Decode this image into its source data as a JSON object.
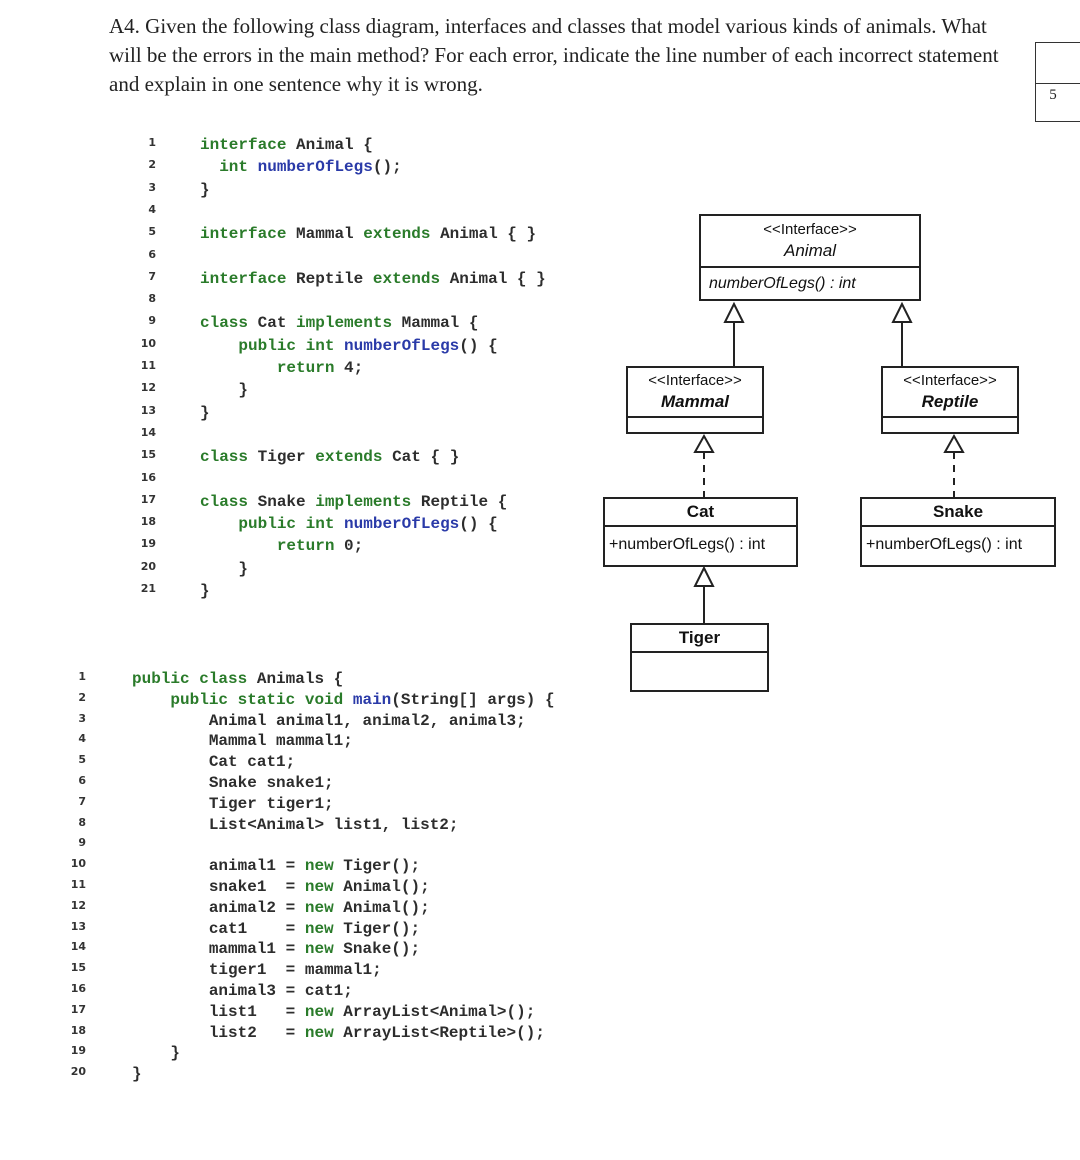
{
  "question": {
    "text": "A4. Given the following class diagram, interfaces and classes that model various kinds of animals. What will be the errors in the main method? For each error, indicate the line number of each incorrect statement and explain in one sentence why it is wrong.",
    "marks": "5"
  },
  "code_top": [
    {
      "n": "1",
      "t": "interface Animal {"
    },
    {
      "n": "2",
      "t": "  int numberOfLegs();"
    },
    {
      "n": "3",
      "t": "}"
    },
    {
      "n": "4",
      "t": ""
    },
    {
      "n": "5",
      "t": "interface Mammal extends Animal { }"
    },
    {
      "n": "6",
      "t": ""
    },
    {
      "n": "7",
      "t": "interface Reptile extends Animal { }"
    },
    {
      "n": "8",
      "t": ""
    },
    {
      "n": "9",
      "t": "class Cat implements Mammal {"
    },
    {
      "n": "10",
      "t": "    public int numberOfLegs() {"
    },
    {
      "n": "11",
      "t": "        return 4;"
    },
    {
      "n": "12",
      "t": "    }"
    },
    {
      "n": "13",
      "t": "}"
    },
    {
      "n": "14",
      "t": ""
    },
    {
      "n": "15",
      "t": "class Tiger extends Cat { }"
    },
    {
      "n": "16",
      "t": ""
    },
    {
      "n": "17",
      "t": "class Snake implements Reptile {"
    },
    {
      "n": "18",
      "t": "    public int numberOfLegs() {"
    },
    {
      "n": "19",
      "t": "        return 0;"
    },
    {
      "n": "20",
      "t": "    }"
    },
    {
      "n": "21",
      "t": "}"
    }
  ],
  "code_main": [
    {
      "n": "1",
      "t": "public class Animals {"
    },
    {
      "n": "2",
      "t": "    public static void main(String[] args) {"
    },
    {
      "n": "3",
      "t": "        Animal animal1, animal2, animal3;"
    },
    {
      "n": "4",
      "t": "        Mammal mammal1;"
    },
    {
      "n": "5",
      "t": "        Cat cat1;"
    },
    {
      "n": "6",
      "t": "        Snake snake1;"
    },
    {
      "n": "7",
      "t": "        Tiger tiger1;"
    },
    {
      "n": "8",
      "t": "        List<Animal> list1, list2;"
    },
    {
      "n": "9",
      "t": ""
    },
    {
      "n": "10",
      "t": "        animal1 = new Tiger();"
    },
    {
      "n": "11",
      "t": "        snake1  = new Animal();"
    },
    {
      "n": "12",
      "t": "        animal2 = new Animal();"
    },
    {
      "n": "13",
      "t": "        cat1    = new Tiger();"
    },
    {
      "n": "14",
      "t": "        mammal1 = new Snake();"
    },
    {
      "n": "15",
      "t": "        tiger1  = mammal1;"
    },
    {
      "n": "16",
      "t": "        animal3 = cat1;"
    },
    {
      "n": "17",
      "t": "        list1   = new ArrayList<Animal>();"
    },
    {
      "n": "18",
      "t": "        list2   = new ArrayList<Reptile>();"
    },
    {
      "n": "19",
      "t": "    }"
    },
    {
      "n": "20",
      "t": "}"
    }
  ],
  "uml": {
    "animal": {
      "stereotype": "<<Interface>>",
      "name": "Animal",
      "op": "numberOfLegs() : int"
    },
    "mammal": {
      "stereotype": "<<Interface>>",
      "name": "Mammal"
    },
    "reptile": {
      "stereotype": "<<Interface>>",
      "name": "Reptile"
    },
    "cat": {
      "name": "Cat",
      "op": "+numberOfLegs() : int"
    },
    "snake": {
      "name": "Snake",
      "op": "+numberOfLegs() : int"
    },
    "tiger": {
      "name": "Tiger"
    }
  }
}
